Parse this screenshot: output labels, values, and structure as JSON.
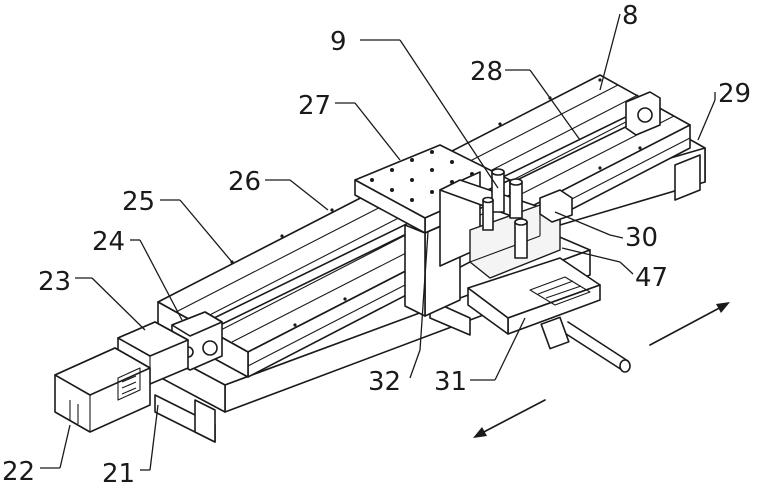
{
  "callouts": {
    "c8": "8",
    "c9": "9",
    "c21": "21",
    "c22": "22",
    "c23": "23",
    "c24": "24",
    "c25": "25",
    "c26": "26",
    "c27": "27",
    "c28": "28",
    "c29": "29",
    "c30": "30",
    "c31": "31",
    "c32": "32",
    "c47": "47"
  }
}
